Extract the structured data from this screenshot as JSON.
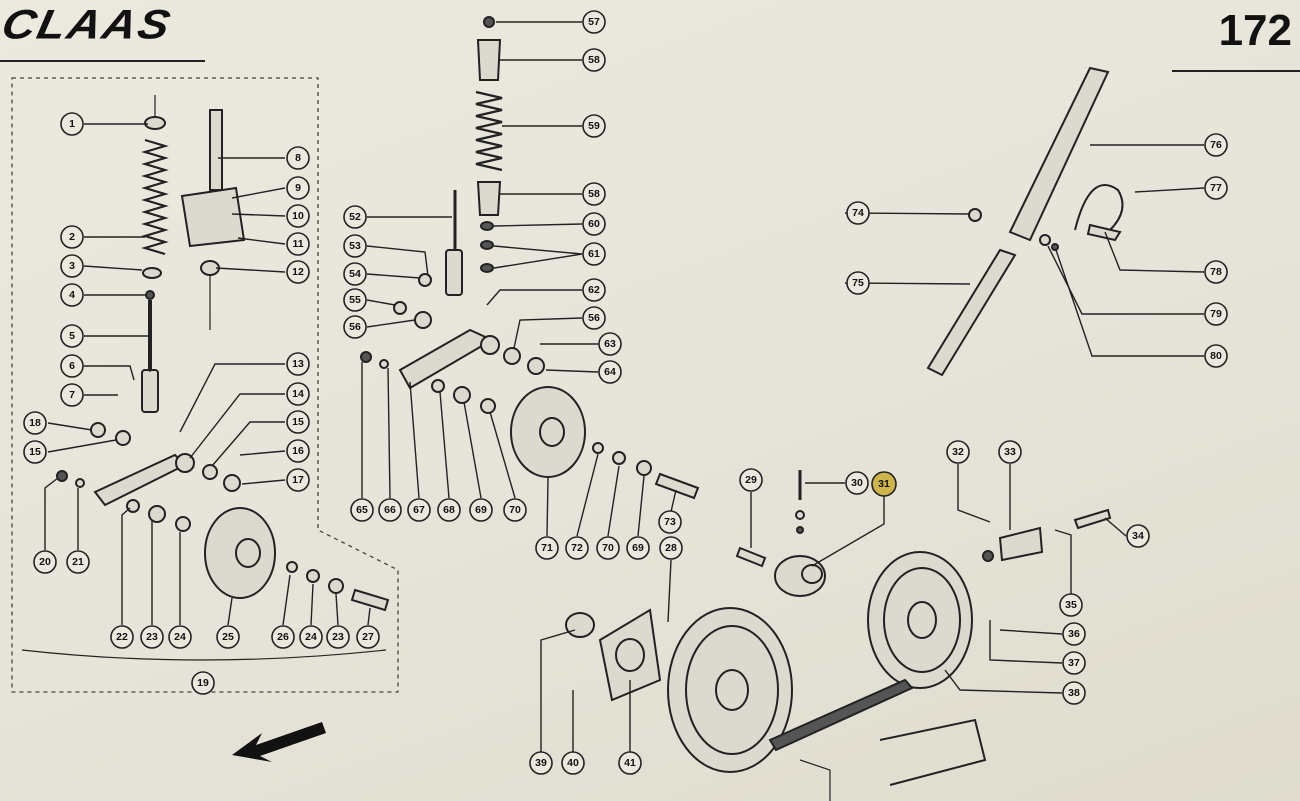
{
  "brand": {
    "logo_text": "CLAAS"
  },
  "page": {
    "number": "172"
  },
  "callouts": [
    {
      "id": "c1",
      "text": "1"
    },
    {
      "id": "c2",
      "text": "2"
    },
    {
      "id": "c3",
      "text": "3"
    },
    {
      "id": "c4",
      "text": "4"
    },
    {
      "id": "c5",
      "text": "5"
    },
    {
      "id": "c6",
      "text": "6"
    },
    {
      "id": "c7",
      "text": "7"
    },
    {
      "id": "c8",
      "text": "8"
    },
    {
      "id": "c9",
      "text": "9"
    },
    {
      "id": "c10",
      "text": "10"
    },
    {
      "id": "c11",
      "text": "11"
    },
    {
      "id": "c12",
      "text": "12"
    },
    {
      "id": "c13",
      "text": "13"
    },
    {
      "id": "c14",
      "text": "14"
    },
    {
      "id": "c15a",
      "text": "15"
    },
    {
      "id": "c16",
      "text": "16"
    },
    {
      "id": "c17",
      "text": "17"
    },
    {
      "id": "c18",
      "text": "18"
    },
    {
      "id": "c15b",
      "text": "15"
    },
    {
      "id": "c20",
      "text": "20"
    },
    {
      "id": "c21",
      "text": "21"
    },
    {
      "id": "c22",
      "text": "22"
    },
    {
      "id": "c23a",
      "text": "23"
    },
    {
      "id": "c24a",
      "text": "24"
    },
    {
      "id": "c25",
      "text": "25"
    },
    {
      "id": "c26",
      "text": "26"
    },
    {
      "id": "c24b",
      "text": "24"
    },
    {
      "id": "c23b",
      "text": "23"
    },
    {
      "id": "c27",
      "text": "27"
    },
    {
      "id": "c19",
      "text": "19"
    },
    {
      "id": "c28",
      "text": "28"
    },
    {
      "id": "c29",
      "text": "29"
    },
    {
      "id": "c30",
      "text": "30"
    },
    {
      "id": "c31",
      "text": "31"
    },
    {
      "id": "c32",
      "text": "32"
    },
    {
      "id": "c33",
      "text": "33"
    },
    {
      "id": "c34",
      "text": "34"
    },
    {
      "id": "c35",
      "text": "35"
    },
    {
      "id": "c36",
      "text": "36"
    },
    {
      "id": "c37",
      "text": "37"
    },
    {
      "id": "c38",
      "text": "38"
    },
    {
      "id": "c39",
      "text": "39"
    },
    {
      "id": "c40",
      "text": "40"
    },
    {
      "id": "c41",
      "text": "41"
    },
    {
      "id": "c52",
      "text": "52"
    },
    {
      "id": "c53",
      "text": "53"
    },
    {
      "id": "c54",
      "text": "54"
    },
    {
      "id": "c55",
      "text": "55"
    },
    {
      "id": "c56a",
      "text": "56"
    },
    {
      "id": "c57",
      "text": "57"
    },
    {
      "id": "c58a",
      "text": "58"
    },
    {
      "id": "c59",
      "text": "59"
    },
    {
      "id": "c58b",
      "text": "58"
    },
    {
      "id": "c60",
      "text": "60"
    },
    {
      "id": "c61",
      "text": "61"
    },
    {
      "id": "c62",
      "text": "62"
    },
    {
      "id": "c56b",
      "text": "56"
    },
    {
      "id": "c63",
      "text": "63"
    },
    {
      "id": "c64",
      "text": "64"
    },
    {
      "id": "c65",
      "text": "65"
    },
    {
      "id": "c66",
      "text": "66"
    },
    {
      "id": "c67",
      "text": "67"
    },
    {
      "id": "c68a",
      "text": "68"
    },
    {
      "id": "c69a",
      "text": "69"
    },
    {
      "id": "c70a",
      "text": "70"
    },
    {
      "id": "c71",
      "text": "71"
    },
    {
      "id": "c72",
      "text": "72"
    },
    {
      "id": "c70b",
      "text": "70"
    },
    {
      "id": "c69b",
      "text": "69"
    },
    {
      "id": "c73",
      "text": "73"
    },
    {
      "id": "c74",
      "text": "74"
    },
    {
      "id": "c75",
      "text": "75"
    },
    {
      "id": "c76",
      "text": "76"
    },
    {
      "id": "c77",
      "text": "77"
    },
    {
      "id": "c78",
      "text": "78"
    },
    {
      "id": "c79",
      "text": "79"
    },
    {
      "id": "c80",
      "text": "80"
    }
  ],
  "colors": {
    "highlight_callout": "#cdb54a",
    "paper": "#e9e6dc",
    "ink": "#222222"
  },
  "icons": {
    "direction_arrow": "arrow-down-left-icon"
  }
}
